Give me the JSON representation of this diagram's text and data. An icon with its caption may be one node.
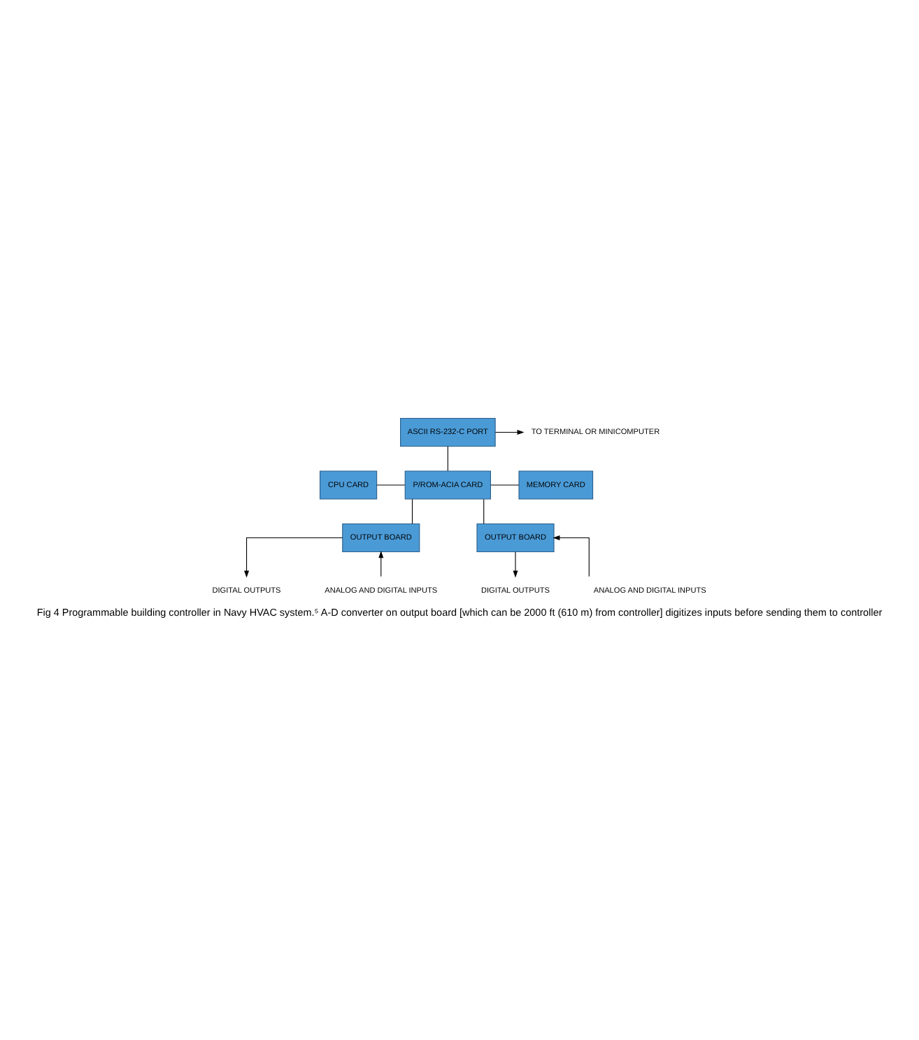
{
  "diagram": {
    "caption": "Fig 4 Programmable building controller in Navy HVAC system.⁵ A-D converter on output board [which can be 2000 ft (610 m) from controller] digitizes inputs before sending them to controller",
    "nodes": [
      {
        "text": [
          "ASCII RS-232-C PORT"
        ]
      },
      {
        "text": [
          "TO TERMINAL OR MINICOMPUTER"
        ]
      },
      {
        "text": [
          "CPU CARD"
        ]
      },
      {
        "text": [
          "P/ROM-ACIA CARD"
        ]
      },
      {
        "text": [
          "MEMORY CARD"
        ]
      },
      {
        "text": [
          "OUTPUT BOARD"
        ]
      },
      {
        "text": [
          "DIGITAL OUTPUTS"
        ]
      },
      {
        "text": [
          "ANALOG AND DIGITAL INPUTS"
        ]
      },
      {
        "text": [
          "OUTPUT BOARD"
        ]
      },
      {
        "text": [
          "DIGITAL OUTPUTS"
        ]
      },
      {
        "text": [
          "ANALOG AND DIGITAL INPUTS"
        ]
      }
    ],
    "edges": [
      {
        "from": 0,
        "to": 1,
        "arrow": "to"
      },
      {
        "from": 0,
        "to": 3,
        "arrow": "none"
      },
      {
        "from": 2,
        "to": 3,
        "arrow": "none"
      },
      {
        "from": 3,
        "to": 4,
        "arrow": "none"
      },
      {
        "from": 3,
        "to": 5,
        "arrow": "none"
      },
      {
        "from": 3,
        "to": 8,
        "arrow": "none"
      },
      {
        "from": 5,
        "to": 6,
        "arrow": "to"
      },
      {
        "from": 7,
        "to": 5,
        "arrow": "to"
      },
      {
        "from": 8,
        "to": 9,
        "arrow": "to"
      },
      {
        "from": 10,
        "to": 8,
        "arrow": "to"
      }
    ]
  }
}
